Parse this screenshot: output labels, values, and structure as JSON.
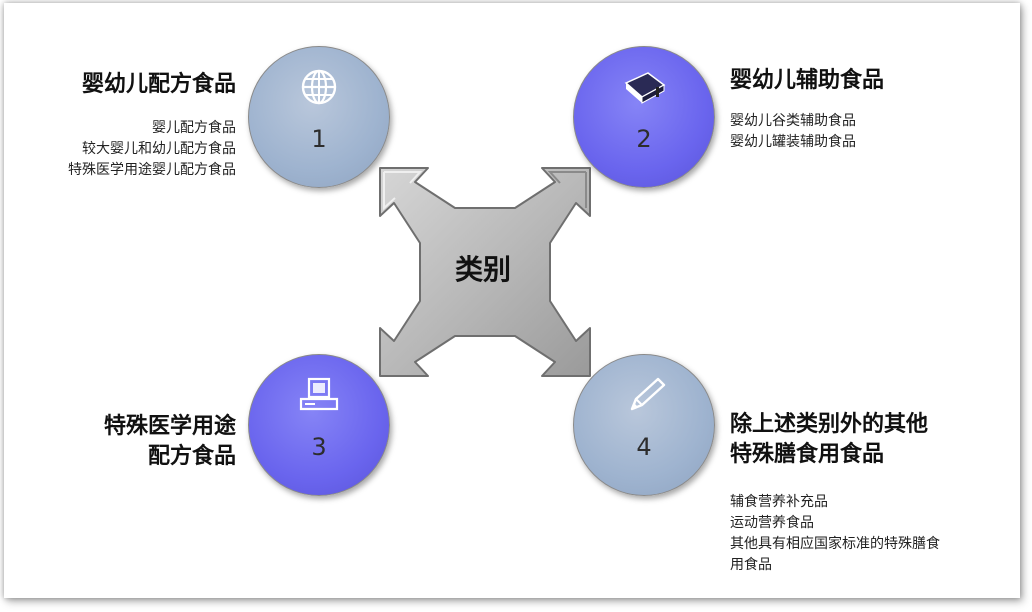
{
  "center_label": "类别",
  "categories": [
    {
      "number": "1",
      "title": "婴幼儿配方食品",
      "items": [
        "婴儿配方食品",
        "较大婴儿和幼儿配方食品",
        "特殊医学用途婴儿配方食品"
      ],
      "icon": "globe-icon",
      "color": "#9eb3cf"
    },
    {
      "number": "2",
      "title": "婴幼儿辅助食品",
      "items": [
        "婴幼儿谷类辅助食品",
        "婴幼儿罐装辅助食品"
      ],
      "icon": "book-icon",
      "color": "#6a65ee"
    },
    {
      "number": "3",
      "title_lines": [
        "特殊医学用途",
        "配方食品"
      ],
      "items": [],
      "icon": "computer-icon",
      "color": "#6a65ee"
    },
    {
      "number": "4",
      "title_lines": [
        "除上述类别外的其他",
        "特殊膳食用食品"
      ],
      "items": [
        "辅食营养补充品",
        "运动营养食品",
        "其他具有相应国家标准的特殊膳食",
        "用食品"
      ],
      "icon": "pencil-icon",
      "color": "#9eb3cf"
    }
  ]
}
